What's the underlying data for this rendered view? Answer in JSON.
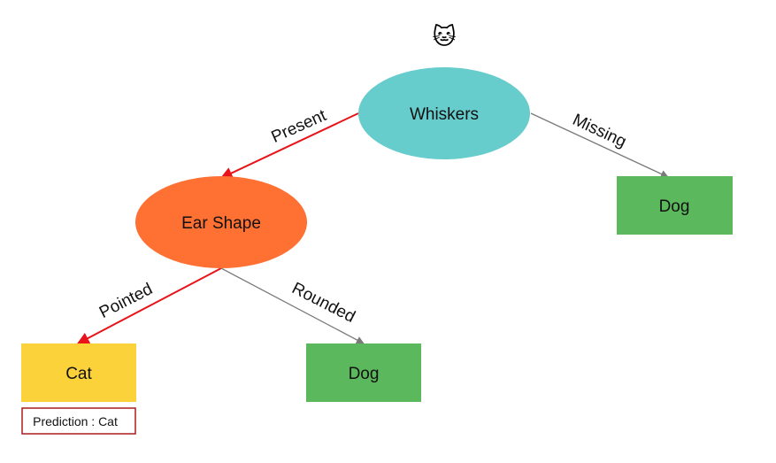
{
  "colors": {
    "root": "#66cccc",
    "decision": "#ff7033",
    "leaf_dog": "#5cb85c",
    "leaf_cat": "#fcd23a",
    "path_active": "#e8141a",
    "path_inactive": "#7a7a7a",
    "prediction_border": "#aa1c1c"
  },
  "icon": {
    "name": "cat-face-icon",
    "glyph": "🐱"
  },
  "nodes": {
    "root": {
      "label": "Whiskers"
    },
    "ear_shape": {
      "label": "Ear Shape"
    },
    "leaf_missing": {
      "label": "Dog"
    },
    "leaf_pointed": {
      "label": "Cat"
    },
    "leaf_rounded": {
      "label": "Dog"
    }
  },
  "edges": {
    "present": {
      "label": "Present",
      "active": true
    },
    "missing": {
      "label": "Missing",
      "active": false
    },
    "pointed": {
      "label": "Pointed",
      "active": true
    },
    "rounded": {
      "label": "Rounded",
      "active": false
    }
  },
  "prediction": {
    "label": "Prediction : Cat"
  }
}
